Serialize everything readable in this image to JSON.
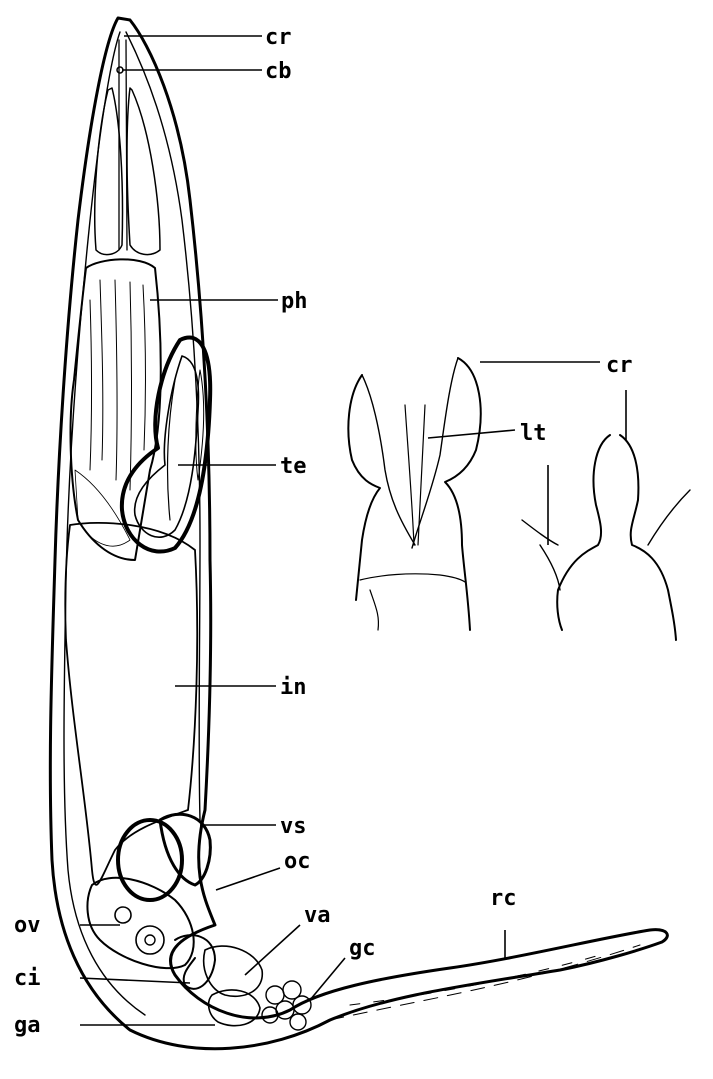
{
  "labels": {
    "cr": "cr",
    "cb": "cb",
    "ph": "ph",
    "te": "te",
    "in": "in",
    "vs": "vs",
    "oc": "oc",
    "va": "va",
    "gc": "gc",
    "ov": "ov",
    "ci": "ci",
    "ga": "ga",
    "rc": "rc",
    "lt": "lt",
    "cr_detail": "cr"
  }
}
